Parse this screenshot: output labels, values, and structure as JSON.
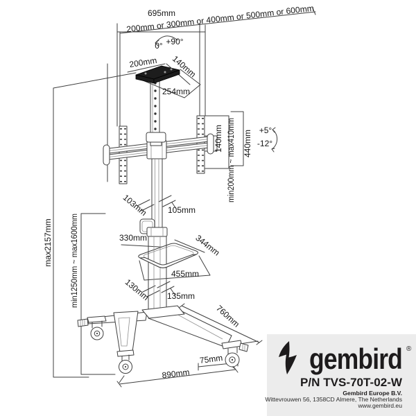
{
  "diagram": {
    "line_color": "#3f3f3f",
    "labels": {
      "width_total": "695mm",
      "vesa_widths": "200mm or 300mm or 400mm or 500mm or 600mm",
      "rotation_zero": "0°",
      "rotation_plus90": "+90°",
      "plate_width": "200mm",
      "plate_depth": "140mm",
      "plate_diagonal": "254mm",
      "bracket_height": "140mm",
      "height_range": "min200mm ~ max410mm",
      "vesa_height": "440mm",
      "tilt_up": "+5°",
      "tilt_down": "-12°",
      "pole_depth": "103mm",
      "pole_width": "105mm",
      "shelf_width": "330mm",
      "shelf_depth": "344mm",
      "shelf_total": "455mm",
      "lower_pole_depth": "130mm",
      "lower_pole_width": "135mm",
      "max_height": "max2157mm",
      "column_range": "min1250mm ~ max1600mm",
      "base_depth": "760mm",
      "caster_offset": "75mm",
      "base_width": "890mm"
    }
  },
  "brand": {
    "panel_bg": "#ececec",
    "logo_color": "#1d1b1c",
    "logo_icon": "gembird-bird-icon",
    "logo_text": "gembird",
    "registered": "®",
    "part_number": "P/N TVS-70T-02-W",
    "company": "Gembird Europe B.V.",
    "address": "Wittevrouwen 56, 1358CD Almere, The Netherlands",
    "website": "www.gembird.eu"
  }
}
